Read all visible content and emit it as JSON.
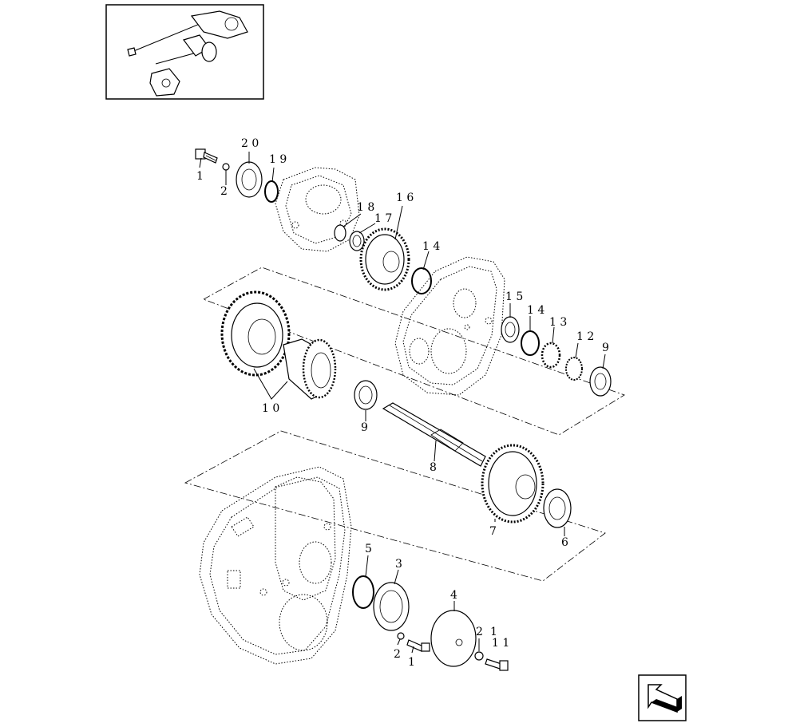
{
  "callouts": [
    {
      "id": "c1a",
      "text": "1"
    },
    {
      "id": "c2a",
      "text": "2"
    },
    {
      "id": "c20",
      "text": "2 0"
    },
    {
      "id": "c19",
      "text": "1 9"
    },
    {
      "id": "c18",
      "text": "1 8"
    },
    {
      "id": "c17",
      "text": "1 7"
    },
    {
      "id": "c16",
      "text": "1 6"
    },
    {
      "id": "c14a",
      "text": "1 4"
    },
    {
      "id": "c15",
      "text": "1 5"
    },
    {
      "id": "c14b",
      "text": "1 4"
    },
    {
      "id": "c13",
      "text": "1 3"
    },
    {
      "id": "c12",
      "text": "1 2"
    },
    {
      "id": "c9a",
      "text": "9"
    },
    {
      "id": "c10",
      "text": "1 0"
    },
    {
      "id": "c9b",
      "text": "9"
    },
    {
      "id": "c8",
      "text": "8"
    },
    {
      "id": "c7",
      "text": "7"
    },
    {
      "id": "c6",
      "text": "6"
    },
    {
      "id": "c5",
      "text": "5"
    },
    {
      "id": "c3",
      "text": "3"
    },
    {
      "id": "c4",
      "text": "4"
    },
    {
      "id": "c2b",
      "text": "2"
    },
    {
      "id": "c1b",
      "text": "1"
    },
    {
      "id": "c2c",
      "text": "2"
    },
    {
      "id": "c11",
      "text": "1"
    },
    {
      "id": "c1c",
      "text": "1 1"
    }
  ],
  "icons": {
    "thumbnail": "assembly-thumbnail-icon",
    "nav": "back-arrow-icon"
  },
  "colors": {
    "ink": "#000000",
    "paper": "#ffffff"
  }
}
